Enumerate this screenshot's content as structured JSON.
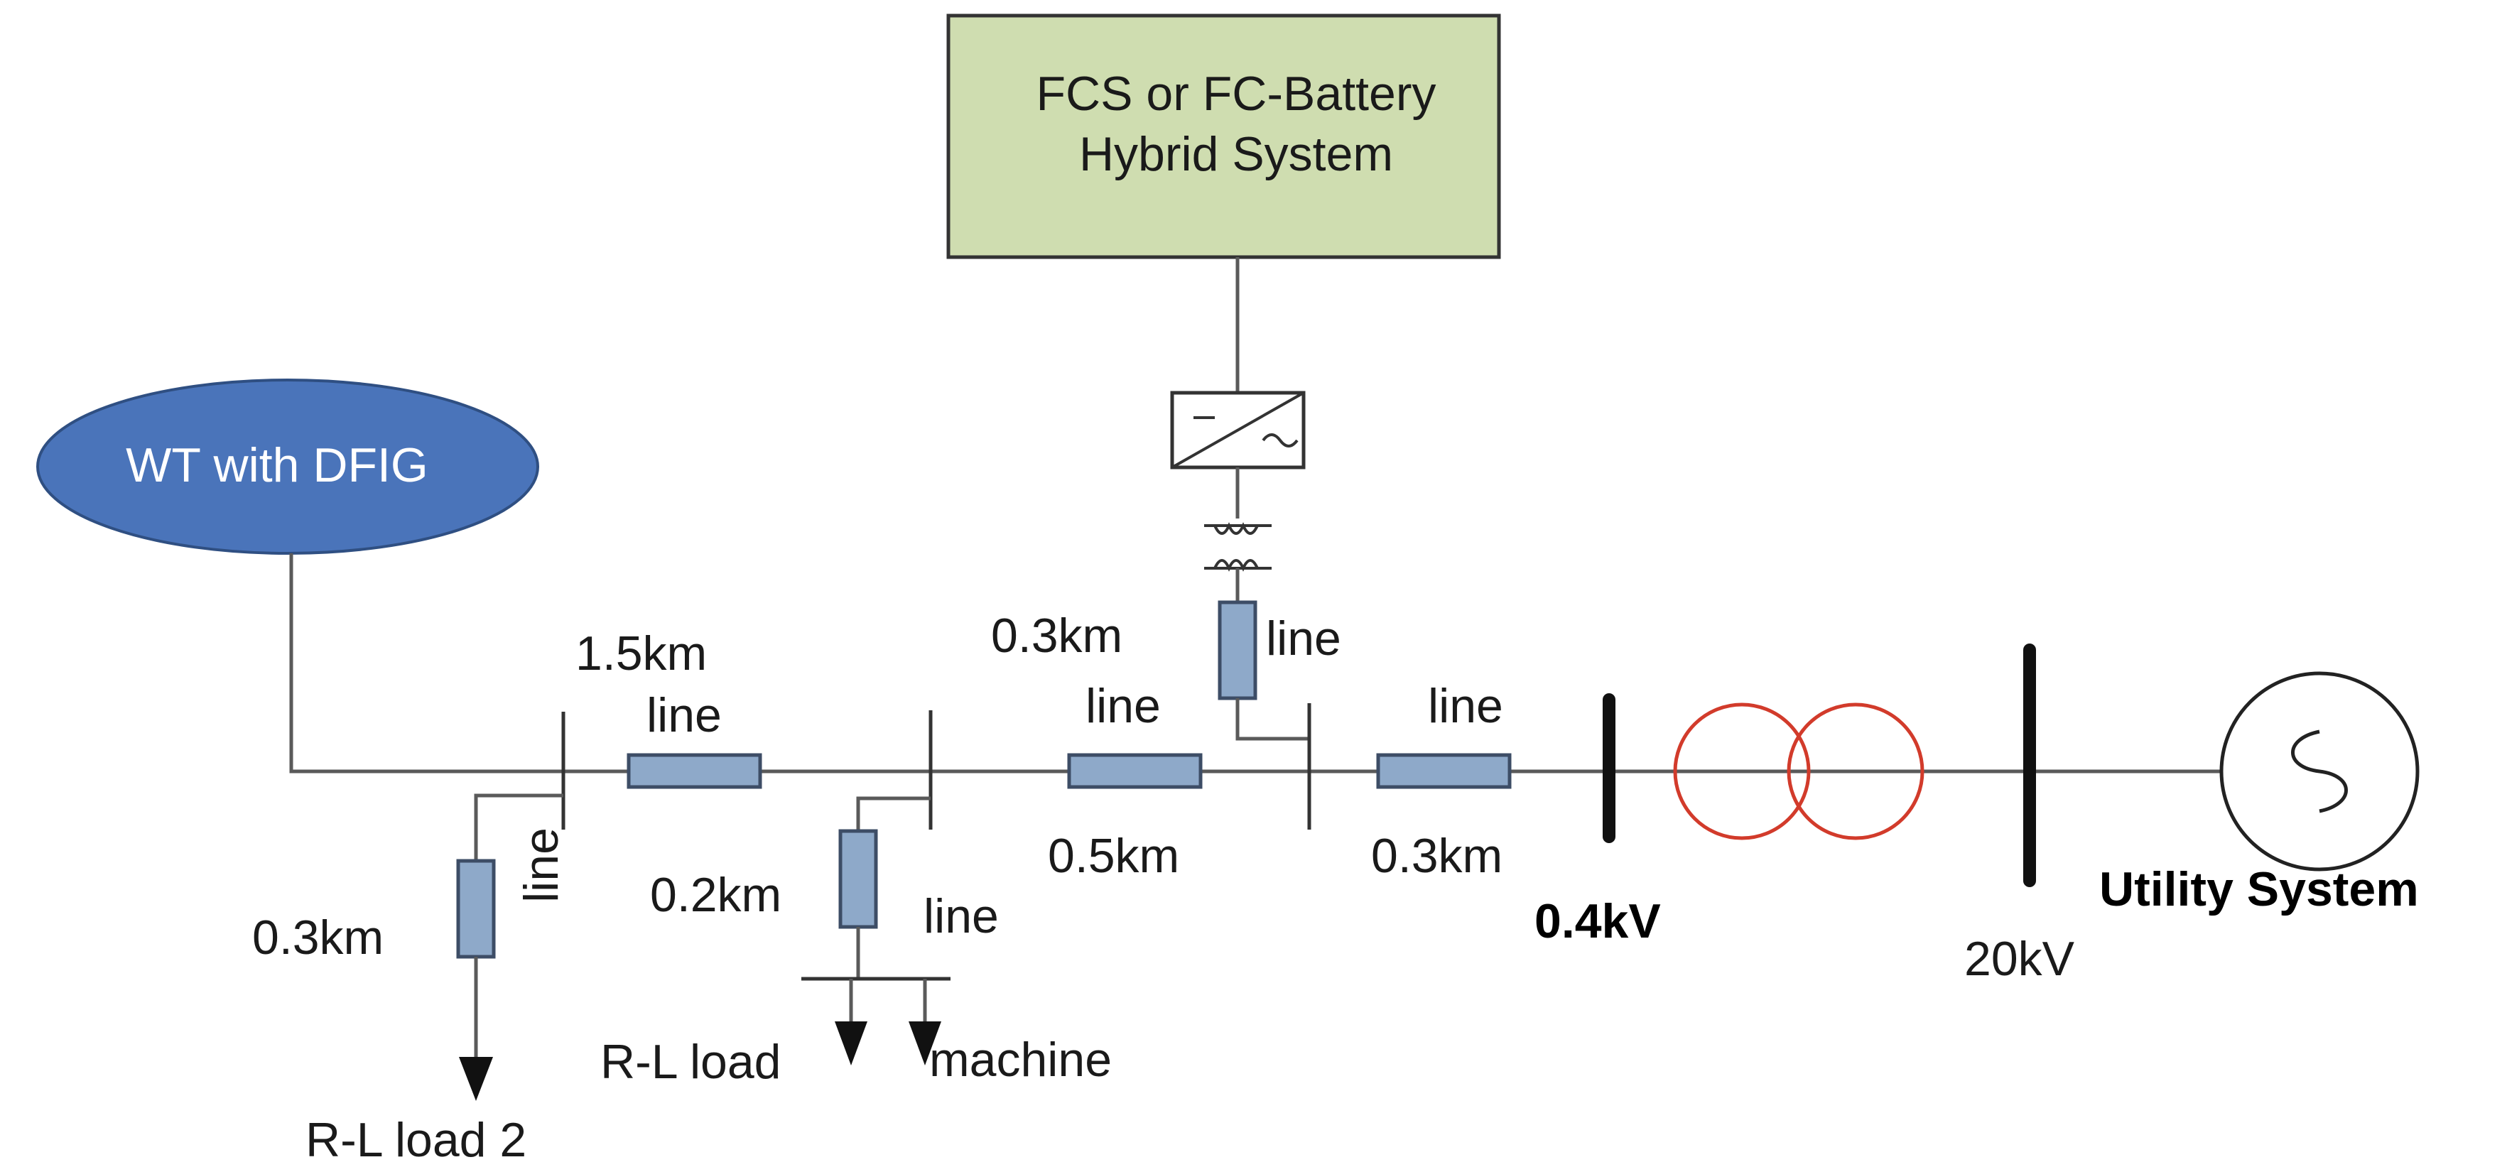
{
  "blocks": {
    "fc_system": {
      "line1": "FCS or FC-Battery",
      "line2": "Hybrid System",
      "color": "#cfddb0"
    },
    "wind_turbine": {
      "label": "WT with DFIG",
      "color": "#4a74ba"
    },
    "utility": {
      "label": "Utility System"
    }
  },
  "line_segments": {
    "seg1": {
      "length": "1.5km",
      "name": "line"
    },
    "seg2": {
      "length": "0.5km",
      "name": "line"
    },
    "seg3": {
      "length": "0.3km",
      "name": "line"
    },
    "fc_branch": {
      "length": "0.3km",
      "name": "line"
    },
    "load2_branch": {
      "length": "0.3km",
      "name": "line"
    },
    "load1_branch": {
      "length": "0.2km",
      "name": "line"
    }
  },
  "loads": {
    "load2": "R-L load 2",
    "load1": "R-L load",
    "machine": "machine"
  },
  "voltages": {
    "low": "0.4kV",
    "high": "20kV"
  },
  "colors": {
    "transformer": "#d23b2b",
    "resistor": "#8ea9c9"
  }
}
